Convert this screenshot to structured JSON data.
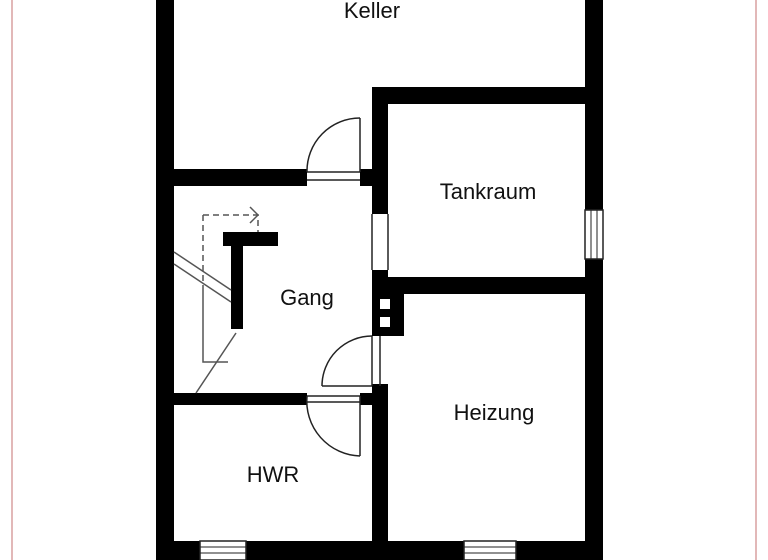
{
  "rooms": {
    "keller": "Keller",
    "tankraum": "Tankraum",
    "gang": "Gang",
    "heizung": "Heizung",
    "hwr": "HWR"
  },
  "colors": {
    "wall": "#000000",
    "background": "#ffffff",
    "frame": "#d9a0a0",
    "dashed": "#555555"
  }
}
